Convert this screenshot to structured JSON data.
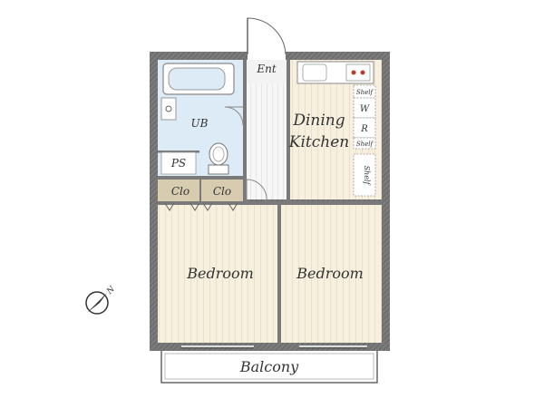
{
  "rooms": {
    "entrance": "Ent",
    "bath": "UB",
    "pipe_space": "PS",
    "closet_left": "Clo",
    "closet_right": "Clo",
    "dining_line1": "Dining",
    "dining_line2": "Kitchen",
    "bedroom_left": "Bedroom",
    "bedroom_right": "Bedroom",
    "balcony": "Balcony"
  },
  "kitchen_fixtures": {
    "shelf_top": "Shelf",
    "washer": "W",
    "fridge": "R",
    "shelf_mid": "Shelf",
    "shelf_side": "Shelf"
  },
  "compass": {
    "north": "N"
  },
  "colors": {
    "wall": "#6e6e6e",
    "bath_floor": "#dcebf6",
    "wood_floor": "#f7f0df",
    "closet": "#d8ccb0",
    "ent_floor": "#f3f3f3"
  }
}
